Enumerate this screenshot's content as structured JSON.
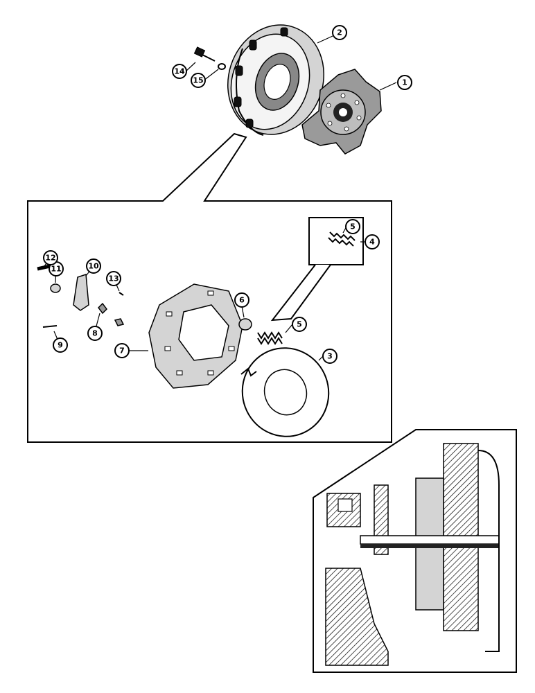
{
  "callouts": [
    {
      "id": "1",
      "label": "1"
    },
    {
      "id": "2",
      "label": "2"
    },
    {
      "id": "3",
      "label": "3"
    },
    {
      "id": "4",
      "label": "4"
    },
    {
      "id": "5a",
      "label": "5"
    },
    {
      "id": "5b",
      "label": "5"
    },
    {
      "id": "6",
      "label": "6"
    },
    {
      "id": "7",
      "label": "7"
    },
    {
      "id": "8",
      "label": "8"
    },
    {
      "id": "9",
      "label": "9"
    },
    {
      "id": "10",
      "label": "10"
    },
    {
      "id": "11",
      "label": "11"
    },
    {
      "id": "12",
      "label": "12"
    },
    {
      "id": "13",
      "label": "13"
    },
    {
      "id": "14",
      "label": "14"
    },
    {
      "id": "15",
      "label": "15"
    }
  ]
}
